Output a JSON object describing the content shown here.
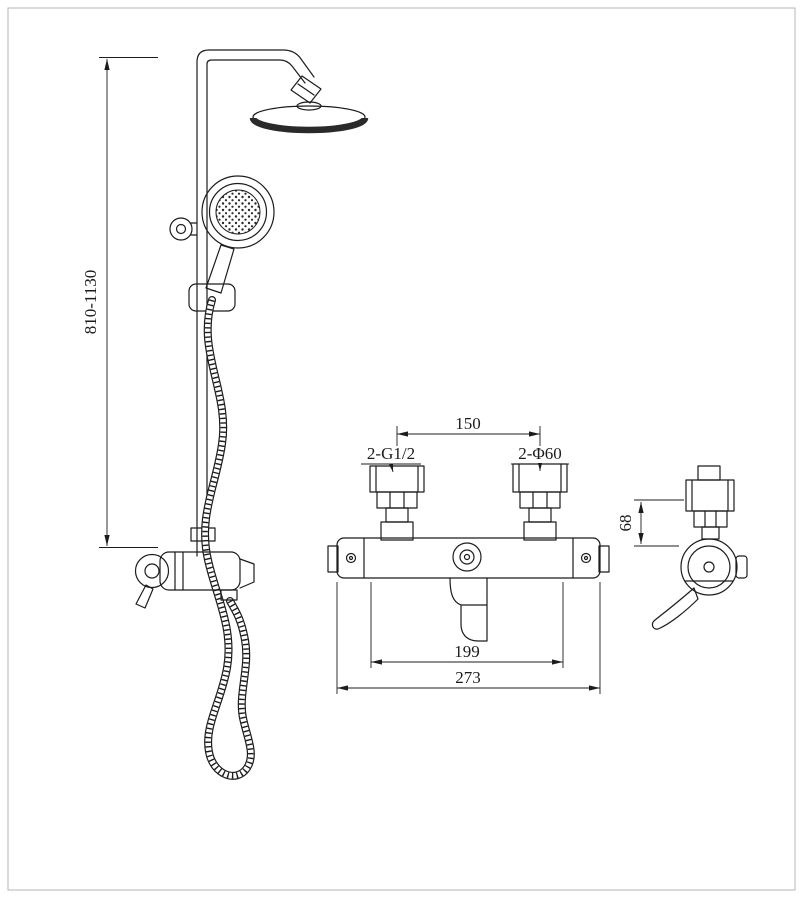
{
  "drawing": {
    "background": "#ffffff",
    "line_color": "#1c1c1c",
    "type": "shower-system-installation-drawing"
  },
  "dimensions": {
    "column_height": "810-1130",
    "inlet_spacing": "150",
    "inlet_thread": "2-G1/2",
    "flange_diameter": "2-Φ60",
    "mount_width": "199",
    "overall_width": "273",
    "side_offset": "68"
  }
}
